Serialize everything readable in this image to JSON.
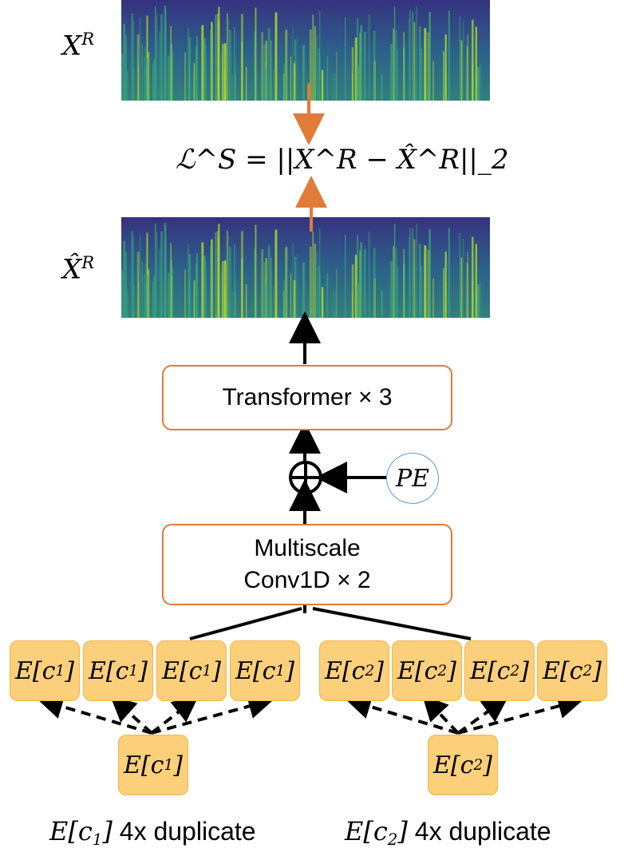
{
  "labels": {
    "x_r": "X",
    "x_r_sup": "R",
    "x_hat_r": "X̂",
    "x_hat_r_sup": "R",
    "loss": "ℒ^S = ||X^R − X̂^R||_2"
  },
  "blocks": {
    "transformer": "Transformer × 3",
    "conv_line1": "Multiscale",
    "conv_line2": "Conv1D × 2",
    "pe": "PE",
    "plus": "⊕"
  },
  "embeddings": {
    "c1_item": "E[c",
    "c1_sub": "1",
    "c2_item": "E[c",
    "c2_sub": "2",
    "close": "]"
  },
  "captions": {
    "c1": "4x duplicate",
    "c2": "4x duplicate"
  },
  "colors": {
    "arrow_orange": "#e07b39",
    "box_border": "#e07b39",
    "embedding_fill": "#fccf7a",
    "pe_border": "#5b9bd5"
  }
}
